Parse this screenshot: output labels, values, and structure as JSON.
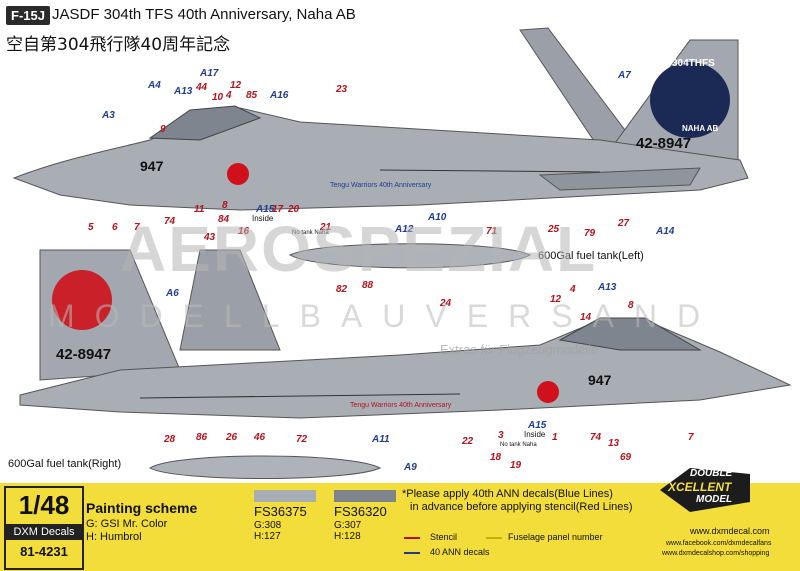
{
  "header": {
    "tag": "F-15J",
    "title": "JASDF 304th TFS 40th Anniversary, Naha AB",
    "title_jp": "空自第304飛行隊40周年記念"
  },
  "top_view": {
    "tail_code": "42-8947",
    "nose_number": "947",
    "tail_badge_top": "304THFS",
    "tail_badge_bottom": "NAHA AB",
    "inscription": "Tengu Warriors 40th Anniversary",
    "fuel_tank_label": "600Gal fuel tank(Left)",
    "callouts_blue": [
      "A3",
      "A4",
      "A13",
      "A17",
      "A16",
      "A7",
      "A15",
      "A12",
      "A10",
      "A14"
    ],
    "callouts_red": [
      "9",
      "44",
      "10",
      "4",
      "12",
      "85",
      "23",
      "5",
      "6",
      "7",
      "74",
      "11",
      "43",
      "8",
      "84",
      "16",
      "17",
      "20",
      "21",
      "82",
      "88",
      "71",
      "25",
      "79",
      "27"
    ],
    "inside_label": "Inside",
    "inside_label_2": "No tank Naha"
  },
  "bottom_view": {
    "tail_code": "42-8947",
    "nose_number": "947",
    "inscription": "Tengu Warriors 40th Anniversary",
    "fuel_tank_label": "600Gal fuel tank(Right)",
    "callouts_blue": [
      "A6",
      "A13",
      "A11",
      "A15",
      "A9"
    ],
    "callouts_red": [
      "24",
      "12",
      "4",
      "14",
      "8",
      "28",
      "86",
      "26",
      "46",
      "72",
      "22",
      "18",
      "19",
      "3",
      "1",
      "74",
      "13",
      "69",
      "7"
    ],
    "inside_label": "Inside",
    "inside_label_2": "No tank Naha"
  },
  "watermark": {
    "line1": "AEROSPEZIAL",
    "line2": "MODELLBAUVERSAND",
    "line3": "Extras für Flugzeugmodelle"
  },
  "footer": {
    "scale": "1/48",
    "brand_bar": "DXM Decals",
    "catalog": "81-4231",
    "painting_title": "Painting scheme",
    "paint_g": "G: GSI Mr. Color",
    "paint_h": "H: Humbrol",
    "fs1": {
      "code": "FS36375",
      "g": "G:308",
      "h": "H:127",
      "color": "#a7adb5"
    },
    "fs2": {
      "code": "FS36320",
      "g": "G:307",
      "h": "H:128",
      "color": "#7d848e"
    },
    "notice_line1": "*Please apply 40th ANN decals(Blue Lines)",
    "notice_line2": "in advance before applying stencil(Red Lines)",
    "legend_stencil": "Stencil",
    "legend_40ann": "40 ANN decals",
    "legend_fuselage": "Fuselage panel number",
    "logo_line1": "DOUBLE",
    "logo_line2": "XCELLENT",
    "logo_line3": "MODEL",
    "web1": "www.dxmdecal.com",
    "web2": "www.facebook.com/dxmdecalfans",
    "web3": "www.dxmdecalshop.com/shopping"
  },
  "colors": {
    "aircraft_gray": "#a9aeb5",
    "aircraft_dark": "#8c929a",
    "stencil_red": "#b3121b",
    "decal_blue": "#1f3c8f",
    "hinomaru": "#d0101b",
    "footer_yellow": "#f2dd3a"
  }
}
